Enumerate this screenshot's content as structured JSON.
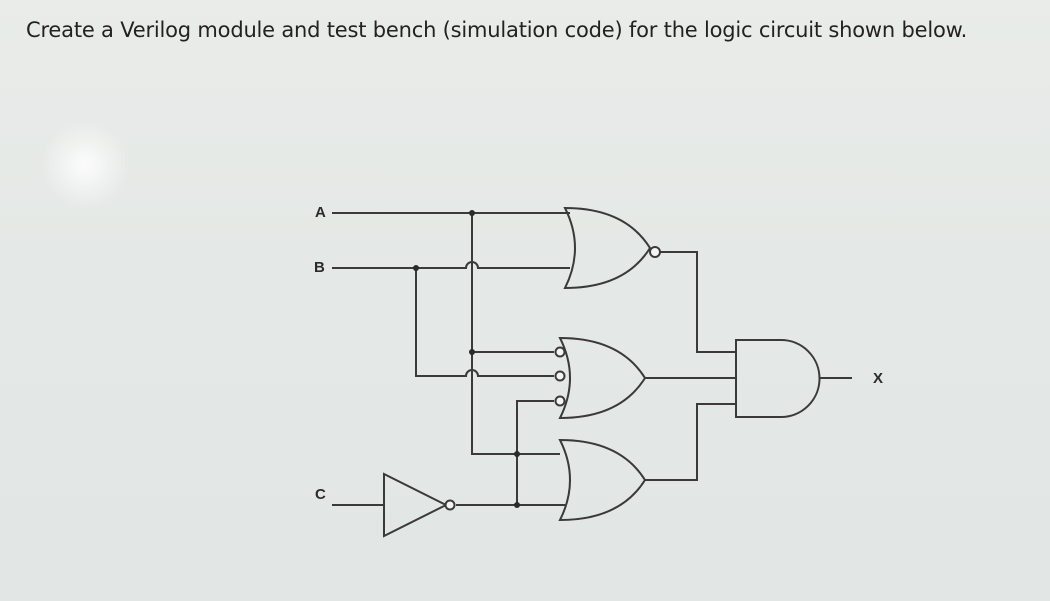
{
  "question": "Create a Verilog module and test bench (simulation code) for the logic circuit shown below.",
  "diagram": {
    "inputs": [
      "A",
      "B",
      "C"
    ],
    "output": "X",
    "gates": [
      {
        "type": "NOR",
        "inputs": [
          "A",
          "B"
        ]
      },
      {
        "type": "OR",
        "inputs": [
          "A'",
          "B'",
          "C'"
        ]
      },
      {
        "type": "OR",
        "inputs": [
          "A",
          "C'"
        ]
      },
      {
        "type": "NOT",
        "inputs": [
          "C"
        ]
      },
      {
        "type": "AND",
        "inputs": [
          "NOR_out",
          "OR1_out",
          "OR2_out"
        ]
      }
    ]
  }
}
